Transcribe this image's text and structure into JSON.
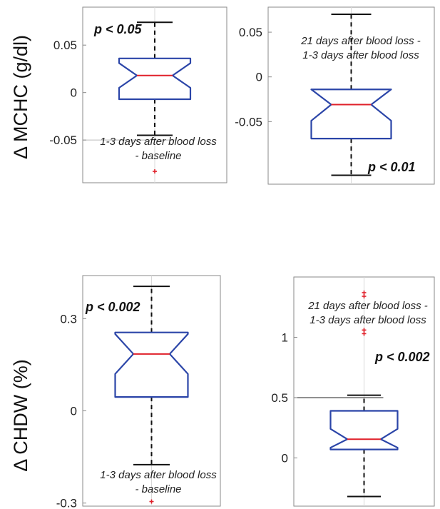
{
  "figure": {
    "ylabel_top": "Δ MCHC (g/dl)",
    "ylabel_bottom": "Δ CHDW (%)"
  },
  "chart_data": [
    {
      "type": "box",
      "panel": "top-left",
      "ylabel": "Δ MCHC (g/dl)",
      "ylim": [
        -0.095,
        0.09
      ],
      "yticks": [
        0.05,
        0,
        -0.05
      ],
      "ytick_labels": [
        "0.05",
        "0",
        "-0.05"
      ],
      "annotation": [
        "1-3 days after blood loss",
        "- baseline"
      ],
      "pvalue": "p < 0.05",
      "box": {
        "whisker_low": -0.045,
        "q1": -0.007,
        "median": 0.018,
        "q3": 0.036,
        "whisker_high": 0.074,
        "notch_low": 0.005,
        "notch_high": 0.031,
        "outliers": [
          -0.083
        ]
      }
    },
    {
      "type": "box",
      "panel": "top-right",
      "ylabel": "",
      "ylim": [
        -0.12,
        0.078
      ],
      "yticks": [
        0.05,
        0,
        -0.05
      ],
      "ytick_labels": [
        "0.05",
        "0",
        "-0.05"
      ],
      "annotation": [
        "21 days after blood loss -",
        "1-3 days after blood loss"
      ],
      "pvalue": "p < 0.01",
      "box": {
        "whisker_low": -0.11,
        "q1": -0.069,
        "median": -0.031,
        "q3": -0.014,
        "whisker_high": 0.07,
        "notch_low": -0.049,
        "notch_high": -0.014,
        "outliers": []
      }
    },
    {
      "type": "box",
      "panel": "bottom-left",
      "ylabel": "Δ CHDW (%)",
      "ylim": [
        -0.31,
        0.44
      ],
      "yticks": [
        0.3,
        0,
        -0.3
      ],
      "ytick_labels": [
        "0.3",
        "0",
        "-0.3"
      ],
      "annotation": [
        "1-3 days after blood loss",
        "- baseline"
      ],
      "pvalue": "p < 0.002",
      "box": {
        "whisker_low": -0.175,
        "q1": 0.045,
        "median": 0.185,
        "q3": 0.255,
        "whisker_high": 0.405,
        "notch_low": 0.12,
        "notch_high": 0.25,
        "outliers": [
          -0.295
        ]
      }
    },
    {
      "type": "box",
      "panel": "bottom-right",
      "ylabel": "",
      "ylim": [
        -0.4,
        1.5
      ],
      "yticks": [
        1,
        0.5,
        0
      ],
      "ytick_labels": [
        "1",
        "0.5",
        "0"
      ],
      "annotation": [
        "21 days after blood loss -",
        "1-3 days after blood loss"
      ],
      "pvalue": "p < 0.002",
      "box": {
        "whisker_low": -0.32,
        "q1": 0.07,
        "median": 0.155,
        "q3": 0.39,
        "whisker_high": 0.52,
        "notch_low": 0.085,
        "notch_high": 0.24,
        "outliers": [
          1.37,
          1.34,
          1.06,
          1.03
        ]
      }
    }
  ]
}
